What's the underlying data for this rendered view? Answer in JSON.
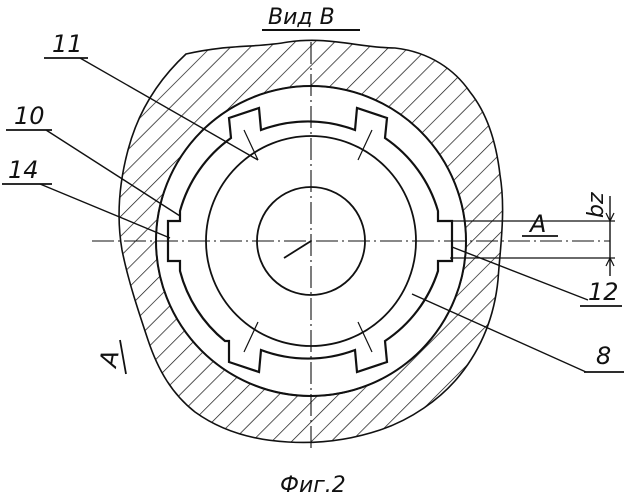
{
  "figure": {
    "view_title": "Вид В",
    "caption": "Фиг.2",
    "section_mark_right": "A",
    "section_mark_left": "A",
    "dimension_label": "bz",
    "callouts": [
      "11",
      "10",
      "14",
      "12",
      "8"
    ]
  },
  "colors": {
    "ink": "#111111",
    "paper": "#ffffff"
  }
}
